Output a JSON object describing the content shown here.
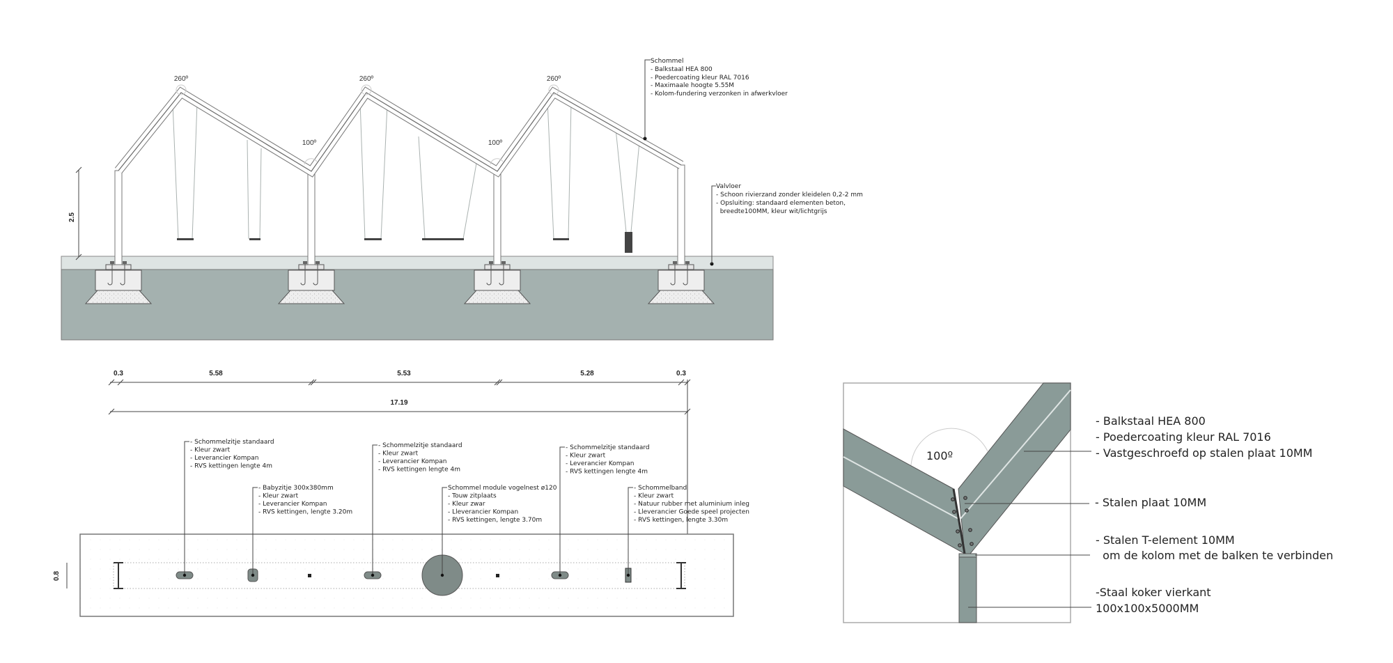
{
  "colors": {
    "ground": "#a4b1af",
    "surface": "#dee4e3",
    "steel": "#8a9b98",
    "seat": "#7f8b88",
    "line": "#444444"
  },
  "elevation": {
    "peak_angle": "260º",
    "valley_angle": "100º",
    "height_dim": "2.5",
    "schommel_callout": {
      "title": "Schommel",
      "items": [
        "- Balkstaal HEA 800",
        "- Poedercoating kleur RAL 7016",
        "- Maximaale hoogte 5.55M",
        "- Kolom-fundering verzonken in afwerkvloer"
      ]
    },
    "valvloer_callout": {
      "title": "Valvloer",
      "items": [
        "- Schoon rivierzand zonder kleidelen 0,2-2 mm",
        "- Opsluiting: standaard elementen beton,",
        "  breedte100MM, kleur wit/lichtgrijs"
      ]
    }
  },
  "dimensions": {
    "segments": [
      "0.3",
      "5.58",
      "5.53",
      "5.28",
      "0.3"
    ],
    "total": "17.19",
    "plan_width": "0.8"
  },
  "plan": {
    "callouts": [
      {
        "lines": [
          "- Schommelzitje standaard",
          "- Kleur zwart",
          "- Leverancier Kompan",
          "- RVS kettingen lengte 4m"
        ]
      },
      {
        "lines": [
          "- Babyzitje 300x380mm",
          "- Kleur zwart",
          "- Leverancier Kompan",
          "- RVS kettingen, lengte 3.20m"
        ]
      },
      {
        "lines": [
          "- Schommelzitje standaard",
          "- Kleur zwart",
          "- Leverancier Kompan",
          "- RVS kettingen lengte 4m"
        ]
      },
      {
        "lines": [
          "Schommel module vogelnest ø120",
          "- Touw zitplaats",
          "- Kleur zwar",
          "- Lleverancier Kompan",
          "- RVS kettingen, lengte 3.70m"
        ]
      },
      {
        "lines": [
          "- Schommelzitje standaard",
          "- Kleur zwart",
          "- Leverancier Kompan",
          "- RVS kettingen lengte 4m"
        ]
      },
      {
        "lines": [
          "- Schommelband",
          "- Kleur zwart",
          "- Natuur rubber met aluminium inleg",
          "- Lleverancier Goede speel projecten",
          "- RVS kettingen, lengte 3.30m"
        ]
      }
    ]
  },
  "detail": {
    "angle": "100º",
    "labels": {
      "beam": [
        "- Balkstaal HEA 800",
        "- Poedercoating kleur RAL 7016",
        "- Vastgeschroefd op stalen plaat 10MM"
      ],
      "plate": [
        "- Stalen plaat 10MM"
      ],
      "t_element": [
        "- Stalen T-element 10MM",
        "  om de kolom met de balken te verbinden"
      ],
      "column": [
        "-Staal koker vierkant",
        "100x100x5000MM"
      ]
    }
  }
}
